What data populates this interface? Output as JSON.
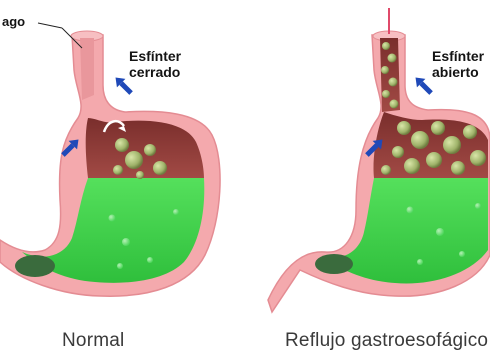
{
  "labels": {
    "esophagus": "ago",
    "sphincter_closed": [
      "Esfínter",
      "cerrado"
    ],
    "sphincter_open": [
      "Esfínter",
      "abierto"
    ]
  },
  "captions": {
    "normal": "Normal",
    "reflux": "Reflujo gastroesofágico"
  },
  "colors": {
    "stomach_wall": "#f4a9ad",
    "stomach_wall_edge": "#e48c93",
    "stomach_interior_dark": "#8c3a37",
    "gastric_acid": "#3fd64a",
    "bubble": "#9fb36a",
    "arrow": "#1f49b8"
  },
  "icons": [
    "arrow-icon",
    "bubble",
    "curved-reflux-arrow-icon"
  ]
}
